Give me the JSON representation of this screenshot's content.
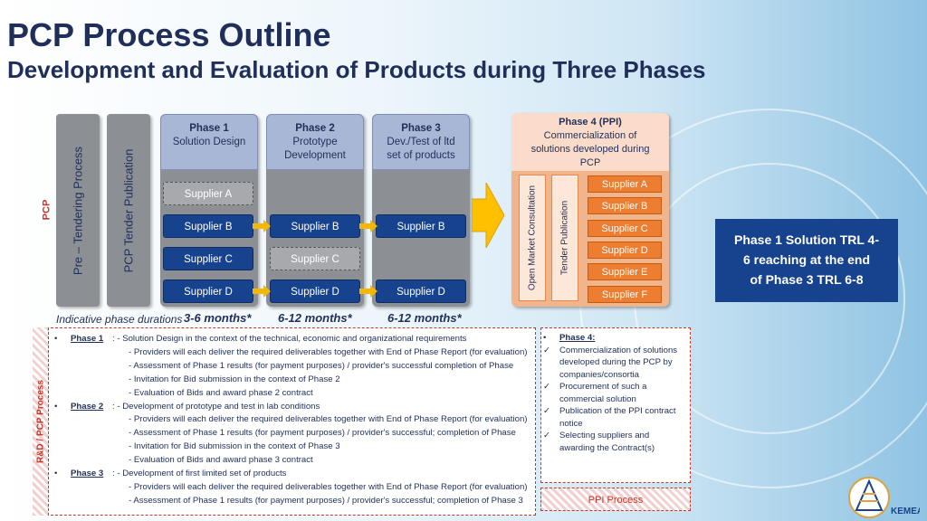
{
  "title": "PCP Process Outline",
  "subtitle": "Development and Evaluation of Products during Three Phases",
  "pcp_label": "PCP",
  "pre_tendering": "Pre – Tendering Process",
  "tender_publication": "PCP Tender Publication",
  "phases": [
    {
      "name": "Phase 1",
      "line1": "Solution Design",
      "line2": ""
    },
    {
      "name": "Phase 2",
      "line1": "Prototype",
      "line2": "Development"
    },
    {
      "name": "Phase 3",
      "line1": "Dev./Test of ltd",
      "line2": "set of products"
    }
  ],
  "phase1_suppliers": [
    "Supplier A",
    "Supplier B",
    "Supplier C",
    "Supplier D"
  ],
  "phase2_suppliers": [
    "Supplier B",
    "Supplier C",
    "Supplier D"
  ],
  "phase3_suppliers": [
    "Supplier B",
    "Supplier D"
  ],
  "ppi": {
    "name": "Phase 4 (PPI)",
    "line1": "Commercialization of",
    "line2": "solutions developed during",
    "line3": "PCP",
    "open_market": "Open Market Consultation",
    "tender_pub": "Tender Publication",
    "suppliers": [
      "Supplier A",
      "Supplier B",
      "Supplier C",
      "Supplier D",
      "Supplier E",
      "Supplier F"
    ]
  },
  "right_box": {
    "line1": "Phase 1 Solution TRL 4-",
    "line2": "6 reaching at the end",
    "line3": "of Phase 3 TRL 6-8"
  },
  "durations": {
    "label": "Indicative phase durations",
    "p1": "3-6 months*",
    "p2": "6-12 months*",
    "p3": "6-12 months*"
  },
  "rd_label": "R&D / PCP Process",
  "rd_list": [
    {
      "bullet": "•",
      "ph": "Phase 1",
      "text": ": - Solution Design in the context of the technical, economic and organizational requirements"
    },
    {
      "bullet": "",
      "ph": "",
      "text": "- Providers will each deliver the required deliverables together with End of Phase Report (for evaluation)"
    },
    {
      "bullet": "",
      "ph": "",
      "text": "- Assessment of Phase 1 results (for payment purposes) / provider's successful completion of Phase"
    },
    {
      "bullet": "",
      "ph": "",
      "text": "- Invitation for Bid submission in the context of Phase 2"
    },
    {
      "bullet": "",
      "ph": "",
      "text": "- Evaluation of Bids and award phase 2 contract"
    },
    {
      "bullet": "•",
      "ph": "Phase 2",
      "text": ": - Development of prototype and test in lab conditions"
    },
    {
      "bullet": "",
      "ph": "",
      "text": "- Providers will each deliver the required deliverables together with End of Phase Report (for evaluation)"
    },
    {
      "bullet": "",
      "ph": "",
      "text": "- Assessment of Phase 1 results (for payment purposes) / provider's successful; completion of Phase"
    },
    {
      "bullet": "",
      "ph": "",
      "text": "- Invitation for Bid submission in the context of Phase 3"
    },
    {
      "bullet": "",
      "ph": "",
      "text": "- Evaluation of Bids and award phase 3 contract"
    },
    {
      "bullet": "•",
      "ph": "Phase 3",
      "text": ": - Development of first limited set of products"
    },
    {
      "bullet": "",
      "ph": "",
      "text": "- Providers will each deliver the required deliverables together with End of Phase Report (for evaluation)"
    },
    {
      "bullet": "",
      "ph": "",
      "text": "- Assessment of Phase 1 results (for payment purposes) / provider's successful; completion of Phase 3"
    }
  ],
  "ppi_list": [
    {
      "mark": "•",
      "text": "Phase 4:"
    },
    {
      "mark": "✓",
      "text": "Commercialization of solutions developed during the PCP by companies/consortia"
    },
    {
      "mark": "✓",
      "text": "Procurement of such a commercial solution"
    },
    {
      "mark": "✓",
      "text": "Publication of the PPI contract notice"
    },
    {
      "mark": "✓",
      "text": "Selecting suppliers and awarding the Contract(s)"
    }
  ],
  "ppi_process": "PPI Process",
  "logo_text": "KEMEA",
  "colors": {
    "navy": "#17438e",
    "orange": "#ed7d31",
    "grey": "#8c8f94",
    "title": "#1f2f5a",
    "red": "#c0392b"
  }
}
